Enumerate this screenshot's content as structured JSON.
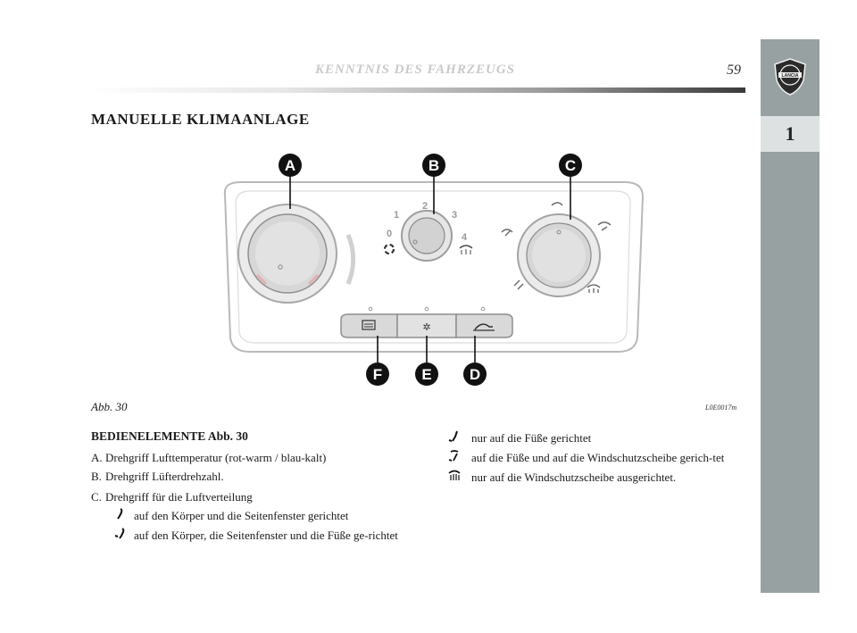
{
  "header": {
    "running_title": "KENNTNIS DES FAHRZEUGS",
    "page_number": "59"
  },
  "side_tab": {
    "logo_text": "LANCIA",
    "chapter": "1"
  },
  "section_title": "MANUELLE KLIMAANLAGE",
  "figure": {
    "callouts": [
      "A",
      "B",
      "C",
      "D",
      "E",
      "F"
    ],
    "fan_speeds": [
      "0",
      "1",
      "2",
      "3",
      "4"
    ],
    "caption": "Abb. 30",
    "code": "L0E0017m"
  },
  "controls": {
    "heading": "BEDIENELEMENTE Abb. 30",
    "items": [
      {
        "key": "A.",
        "text": "Drehgriff Lufttemperatur (rot-warm / blau-kalt)"
      },
      {
        "key": "B.",
        "text": "Drehgriff Lüfterdrehzahl."
      },
      {
        "key": "C.",
        "text": "Drehgriff für die Luftverteilung"
      }
    ],
    "c_subitems": [
      {
        "icon": "body-vent-icon",
        "text": "auf den Körper und die Seitenfenster gerichtet"
      },
      {
        "icon": "body-feet-icon",
        "text": "auf den Körper, die Seitenfenster und die Füße ge-richtet"
      }
    ],
    "right_items": [
      {
        "icon": "feet-icon",
        "text": "nur auf die Füße gerichtet"
      },
      {
        "icon": "feet-windscreen-icon",
        "text": "auf die Füße und auf die Windschutzscheibe gerich-tet"
      },
      {
        "icon": "windscreen-icon",
        "text": "nur auf die Windschutzscheibe ausgerichtet."
      }
    ]
  }
}
